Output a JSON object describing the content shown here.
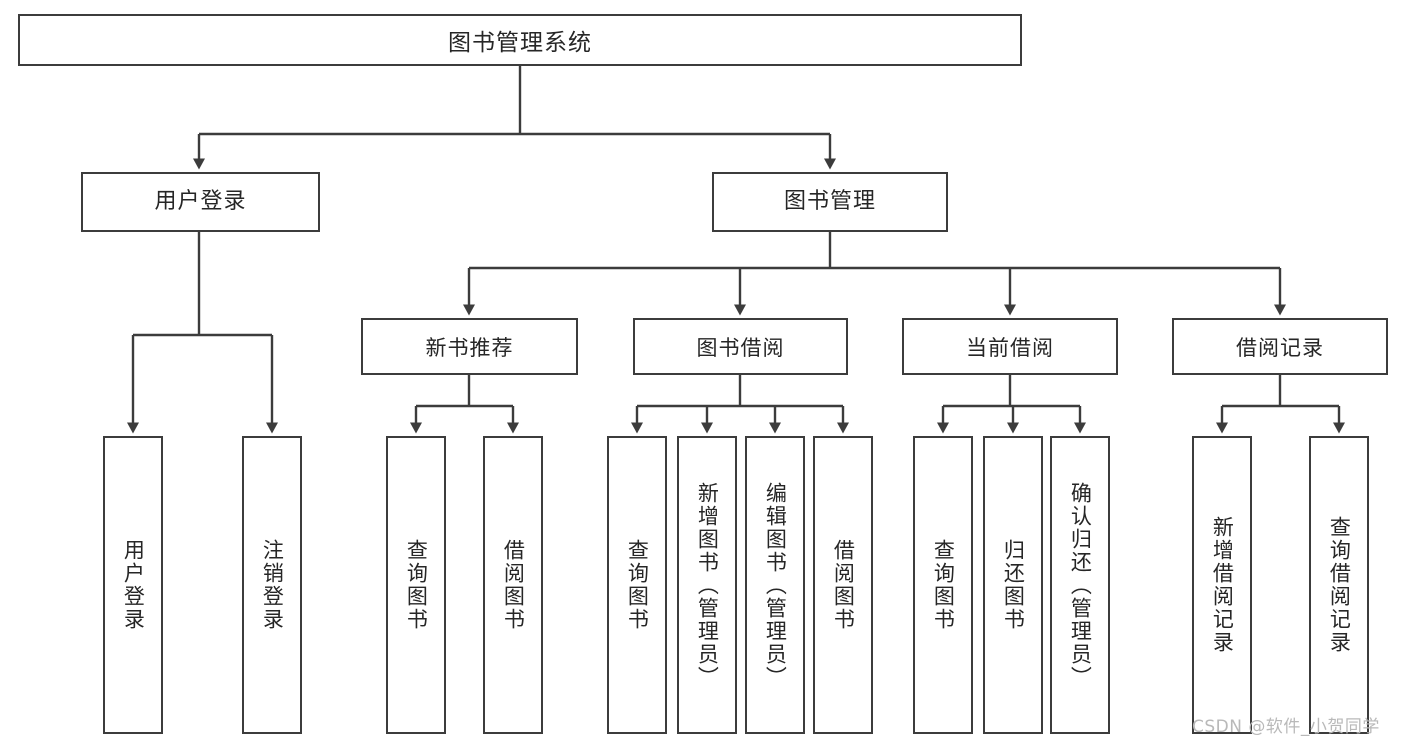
{
  "diagram": {
    "title": "图书管理系统",
    "type": "tree-hierarchy",
    "root": {
      "label": "图书管理系统"
    },
    "level2": [
      {
        "label": "用户登录"
      },
      {
        "label": "图书管理"
      }
    ],
    "level3": [
      {
        "label": "新书推荐"
      },
      {
        "label": "图书借阅"
      },
      {
        "label": "当前借阅"
      },
      {
        "label": "借阅记录"
      }
    ],
    "leaves": {
      "user_login": [
        {
          "label": "用户登录"
        },
        {
          "label": "注销登录"
        }
      ],
      "new_book_recommend": [
        {
          "label": "查询图书"
        },
        {
          "label": "借阅图书"
        }
      ],
      "book_borrow": [
        {
          "label": "查询图书"
        },
        {
          "label": "新增图书（管理员）"
        },
        {
          "label": "编辑图书（管理员）"
        },
        {
          "label": "借阅图书"
        }
      ],
      "current_borrow": [
        {
          "label": "查询图书"
        },
        {
          "label": "归还图书"
        },
        {
          "label": "确认归还（管理员）"
        }
      ],
      "borrow_record": [
        {
          "label": "新增借阅记录"
        },
        {
          "label": "查询借阅记录"
        }
      ]
    }
  },
  "watermark": {
    "text": "CSDN @软件_小贺同学"
  },
  "colors": {
    "line": "#3c3c3c",
    "box_border": "#3c3c3c",
    "box_fill": "#ffffff",
    "text": "#262626",
    "watermark": "#b9b9b9"
  }
}
